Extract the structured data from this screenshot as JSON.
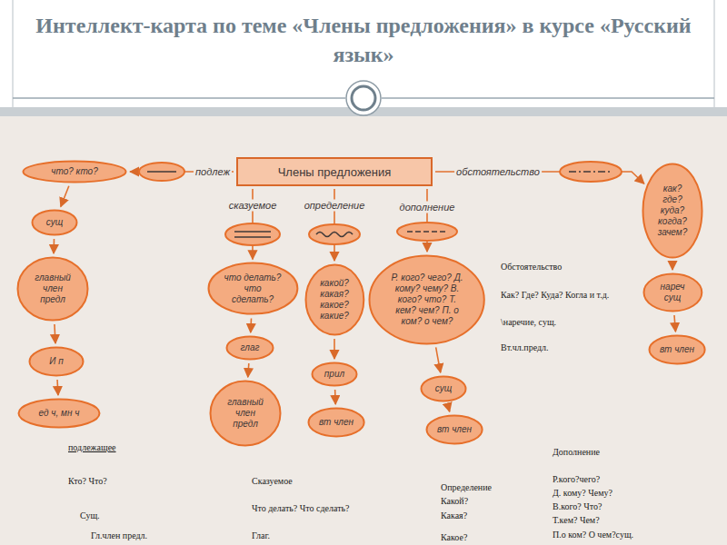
{
  "diagram": {
    "title": "Интеллект-карта по теме «Члены предложения» в курсе «Русский язык»",
    "nodes": [
      {
        "text": [
          "Члены предложения"
        ]
      },
      {
        "text": [
          "что? кто?"
        ]
      },
      {
        "text": [
          "сущ"
        ]
      },
      {
        "text": [
          "главный член предл"
        ]
      },
      {
        "text": [
          "И п"
        ]
      },
      {
        "text": [
          "ед ч, мн ч"
        ]
      },
      {
        "text": [
          "что делать? что сделать?"
        ]
      },
      {
        "text": [
          "глаг"
        ]
      },
      {
        "text": [
          "главный член предл"
        ]
      },
      {
        "text": [
          "какой? какая? какое? какие?"
        ]
      },
      {
        "text": [
          "прил"
        ]
      },
      {
        "text": [
          "вт член"
        ]
      },
      {
        "text": [
          "Р. кого? чего? Д. кому? чему? В. кого? что? Т. кем? чем? П. о ком? о чем?"
        ]
      },
      {
        "text": [
          "сущ"
        ]
      },
      {
        "text": [
          "вт член"
        ]
      },
      {
        "text": [
          "как? где? куда? когда? зачем?"
        ]
      },
      {
        "text": [
          "нареч сущ"
        ]
      },
      {
        "text": [
          "вт член"
        ]
      }
    ],
    "edges": [
      {
        "from": 0,
        "to": 1,
        "label": "подлеж",
        "arrow": "to"
      },
      {
        "from": 1,
        "to": 2,
        "arrow": "to"
      },
      {
        "from": 2,
        "to": 3,
        "arrow": "to"
      },
      {
        "from": 3,
        "to": 4,
        "arrow": "to"
      },
      {
        "from": 4,
        "to": 5,
        "arrow": "to"
      },
      {
        "from": 0,
        "to": 6,
        "label": "сказуемое",
        "arrow": "to"
      },
      {
        "from": 6,
        "to": 7,
        "arrow": "to"
      },
      {
        "from": 7,
        "to": 8,
        "arrow": "to"
      },
      {
        "from": 0,
        "to": 9,
        "label": "определение",
        "arrow": "to"
      },
      {
        "from": 9,
        "to": 10,
        "arrow": "to"
      },
      {
        "from": 10,
        "to": 11,
        "arrow": "to"
      },
      {
        "from": 0,
        "to": 12,
        "label": "дополнение",
        "arrow": "to"
      },
      {
        "from": 12,
        "to": 13,
        "arrow": "to"
      },
      {
        "from": 13,
        "to": 14,
        "arrow": "to"
      },
      {
        "from": 0,
        "to": 15,
        "label": "обстоятельство",
        "arrow": "to"
      },
      {
        "from": 15,
        "to": 16,
        "arrow": "to"
      },
      {
        "from": 16,
        "to": 17,
        "arrow": "to"
      }
    ],
    "labels": [
      "Обстоятельство",
      "Как? Где? Куда? Когла и т.д.",
      "\\наречие, сущ.",
      "Вт.чл.предл.",
      "подлежащее",
      "Кто? Что?",
      "Сущ.",
      "Гл.член предл.",
      "Сказуемое",
      "Что делать? Что сделать?",
      "Глаг.",
      "Определение",
      "Какой?",
      "Какая?",
      "Какое?",
      "Дополнение",
      "Р.кого?чего?",
      "Д. кому? Чему?",
      "В.кого? Что?",
      "Т.кем? Чем?",
      "П.о ком? О чем?сущ."
    ]
  }
}
